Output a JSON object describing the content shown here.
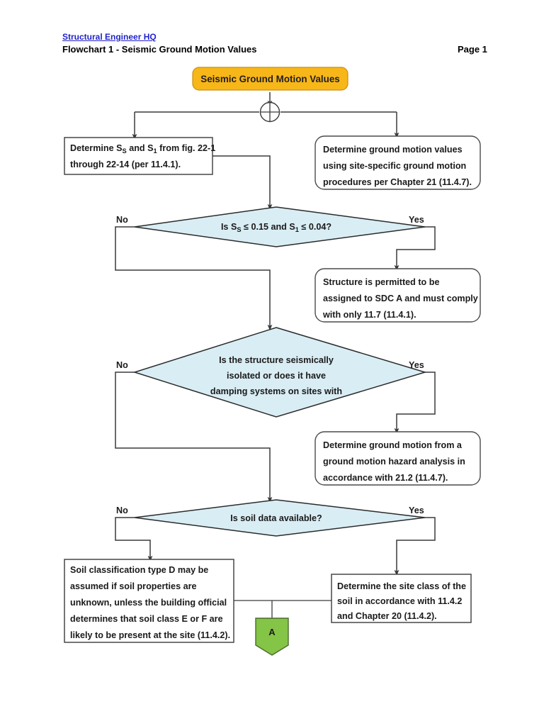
{
  "header": {
    "link_label": "Structural Engineer HQ",
    "title": "Flowchart 1 - Seismic Ground Motion Values",
    "page_label": "Page 1"
  },
  "flowchart": {
    "title_node": {
      "label": "Seismic Ground Motion Values",
      "shape": "rounded-rect",
      "fill": "#f7b719"
    },
    "junction": {
      "name": "split-junction",
      "shape": "circle-cross"
    },
    "nodes": [
      {
        "id": "determine-ss-s1",
        "shape": "rect",
        "lines": [
          "Determine S",
          "S",
          " and S",
          "1",
          " from fig. 22-1",
          "through 22-14 (per 11.4.1)."
        ],
        "text_line1_a": "Determine S",
        "text_line1_sub1": "S",
        "text_line1_b": " and S",
        "text_line1_sub2": "1",
        "text_line1_c": " from fig. 22-1",
        "text_line2": "through 22-14 (per 11.4.1)."
      },
      {
        "id": "determine-site-specific",
        "shape": "rounded-rect",
        "line1": "Determine ground motion values",
        "line2": "using site-specific ground motion",
        "line3": "procedures per Chapter 21 (11.4.7)."
      },
      {
        "id": "decision-ss-threshold",
        "shape": "diamond",
        "fill": "#d9edf4",
        "text_a": "Is S",
        "text_sub1": "S",
        "text_b": " ≤ 0.15 and S",
        "text_sub2": "1",
        "text_c": " ≤ 0.04?",
        "no_label": "No",
        "yes_label": "Yes"
      },
      {
        "id": "sdc-a-permitted",
        "shape": "rounded-rect",
        "line1": "Structure is permitted to be",
        "line2": "assigned to SDC A and must comply",
        "line3": "with only 11.7 (11.4.1)."
      },
      {
        "id": "decision-isolated-damped",
        "shape": "diamond",
        "fill": "#d9edf4",
        "line1": "Is the structure seismically",
        "line2": "isolated or does it have",
        "line3": "damping systems on sites with",
        "no_label": "No",
        "yes_label": "Yes"
      },
      {
        "id": "ground-motion-hazard-analysis",
        "shape": "rounded-rect",
        "line1": "Determine ground motion from a",
        "line2": "ground motion hazard analysis in",
        "line3": "accordance with 21.2 (11.4.7)."
      },
      {
        "id": "decision-soil-data",
        "shape": "diamond",
        "fill": "#d9edf4",
        "text": "Is soil data available?",
        "no_label": "No",
        "yes_label": "Yes"
      },
      {
        "id": "soil-class-d-assumed",
        "shape": "rect",
        "line1": "Soil classification type D may be",
        "line2": "assumed if soil properties are",
        "line3": "unknown, unless the building official",
        "line4": "determines that soil class E or F are",
        "line5": "likely to be present at the site (11.4.2)."
      },
      {
        "id": "determine-site-class",
        "shape": "rect",
        "line1": "Determine the site class of the",
        "line2": "soil in accordance with 11.4.2",
        "line3": "and Chapter 20 (11.4.2)."
      },
      {
        "id": "connector-a",
        "shape": "pentagon-down",
        "fill": "#84c446",
        "label": "A"
      }
    ]
  }
}
